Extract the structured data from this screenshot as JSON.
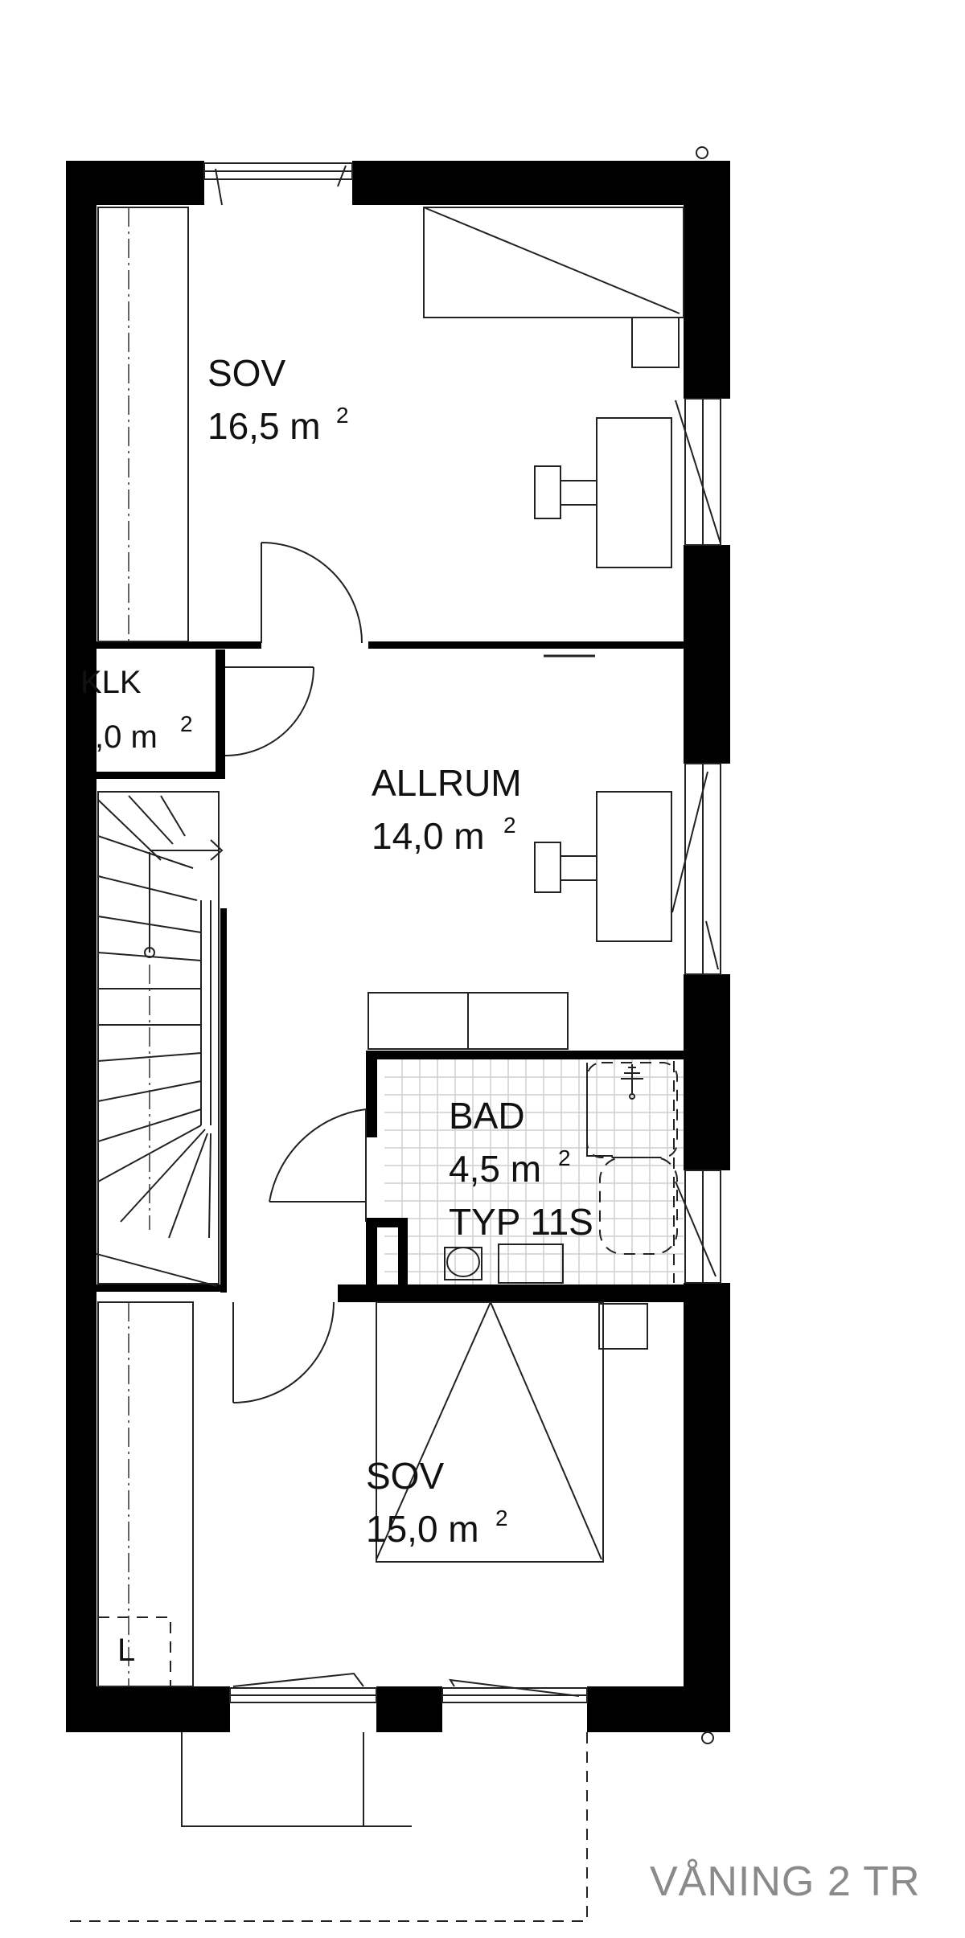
{
  "rooms": {
    "sov_upper": {
      "name": "SOV",
      "area": "16,5 m",
      "area_sup": "2"
    },
    "klk": {
      "name": "KLK",
      "area": ",0 m",
      "area_sup": "2"
    },
    "allrum": {
      "name": "ALLRUM",
      "area": "14,0 m",
      "area_sup": "2"
    },
    "bad": {
      "name": "BAD",
      "area": "4,5 m",
      "area_sup": "2",
      "type": "TYP 11S"
    },
    "sov_lower": {
      "name": "SOV",
      "area": "15,0 m",
      "area_sup": "2"
    },
    "linen": {
      "name": "L"
    }
  },
  "floor": {
    "label": "VÅNING  2 TR"
  }
}
